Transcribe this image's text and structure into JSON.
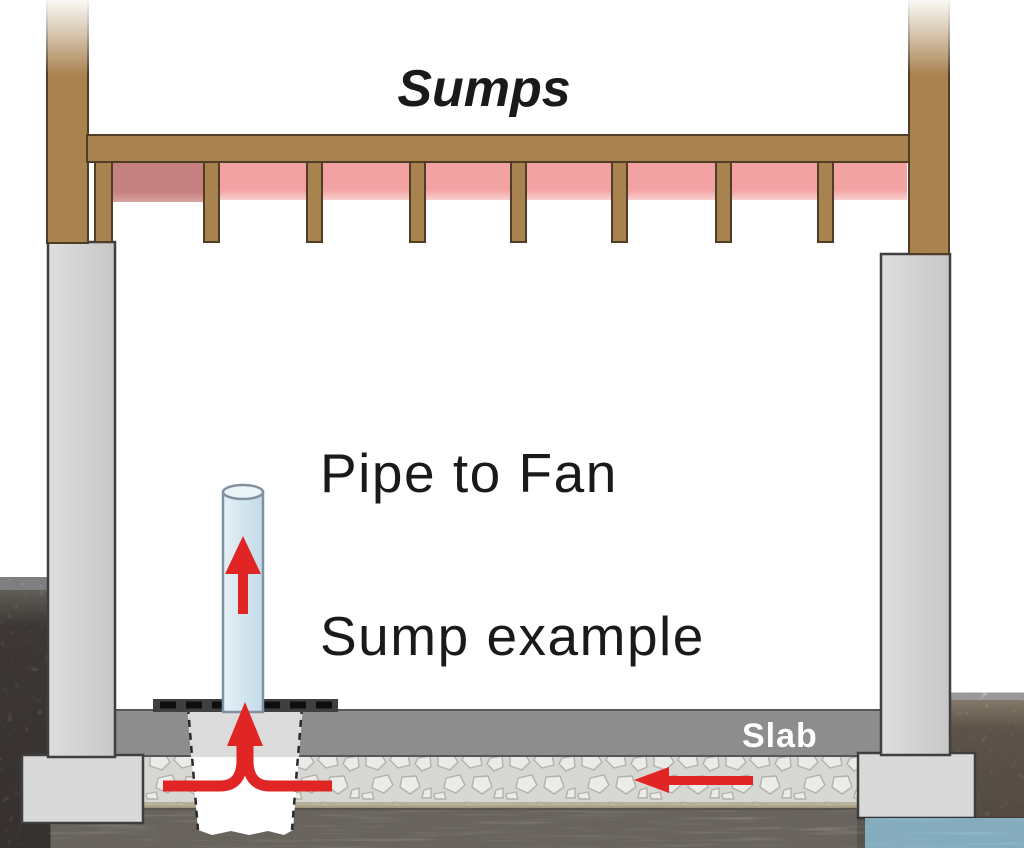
{
  "diagram": {
    "title": "Sumps",
    "labels": {
      "pipe_to_fan": "Pipe to Fan",
      "sump_example": "Sump example",
      "slab": "Slab"
    },
    "structure": {
      "joist_count": 8,
      "airflow_arrows": [
        "up-through-pipe",
        "converging-into-sump-pit",
        "soil-gas-under-slab-leftward"
      ]
    },
    "palette": {
      "wood": "#a8824f",
      "wood_outline": "#4f3d26",
      "insulation_pink": "#f2a2a2",
      "insulation_mauve": "#c5817f",
      "concrete_wall": "#d2d2d2",
      "concrete_footing": "#d9d9d9",
      "concrete_outline": "#3f3f3f",
      "slab_gray": "#8d8d8d",
      "gravel_bg": "#d7d7d3",
      "stone_light": "#ebebe7",
      "soil_dark": "#7a7069",
      "soil_brown": "#8b7d70",
      "soil_band": "#a29a92",
      "water_blue": "#9dcbdf",
      "pipe_blue": "#d3e5ef",
      "pipe_outline": "#8191a0",
      "cover_dark": "#3f3f3f",
      "arrow_red": "#e02524",
      "text_black": "#1a1a1a",
      "label_white": "#ffffff"
    }
  }
}
